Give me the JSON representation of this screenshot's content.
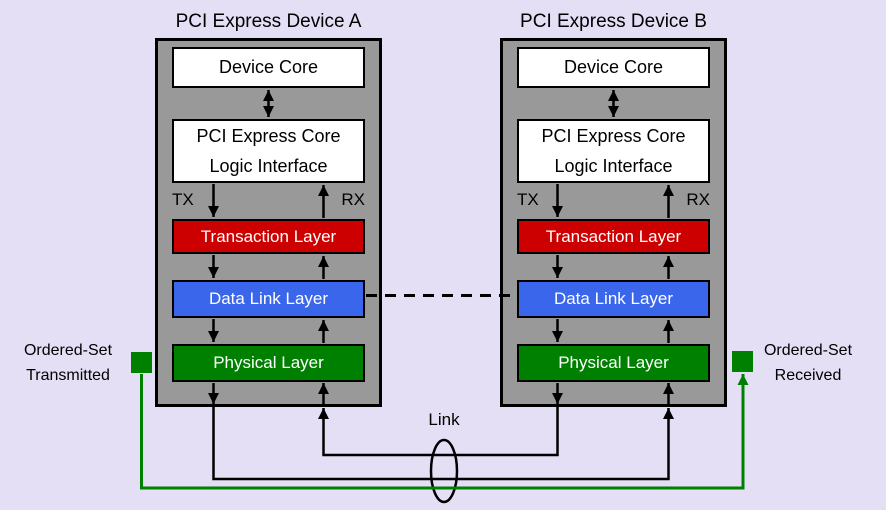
{
  "diagram": {
    "device_a": {
      "title": "PCI Express Device A"
    },
    "device_b": {
      "title": "PCI Express Device B"
    },
    "layers": {
      "device_core": "Device Core",
      "core_logic_line1": "PCI Express Core",
      "core_logic_line2": "Logic Interface",
      "transaction": "Transaction Layer",
      "data_link": "Data Link Layer",
      "physical": "Physical Layer"
    },
    "ports": {
      "tx": "TX",
      "rx": "RX"
    },
    "link_label": "Link",
    "ordered_set_transmitted": {
      "line1": "Ordered-Set",
      "line2": "Transmitted"
    },
    "ordered_set_received": {
      "line1": "Ordered-Set",
      "line2": "Received"
    }
  },
  "colors": {
    "background": "#E5DFF5",
    "device_fill": "#999999",
    "device_border": "#000000",
    "transaction_fill": "#CC0000",
    "data_link_fill": "#3A66EC",
    "physical_fill": "#008000",
    "ordered_set_square_fill": "#008000",
    "ordered_set_path": "#008000",
    "connector_lines": "#000000",
    "box_text_light": "#FFFFFF",
    "text": "#000000"
  }
}
